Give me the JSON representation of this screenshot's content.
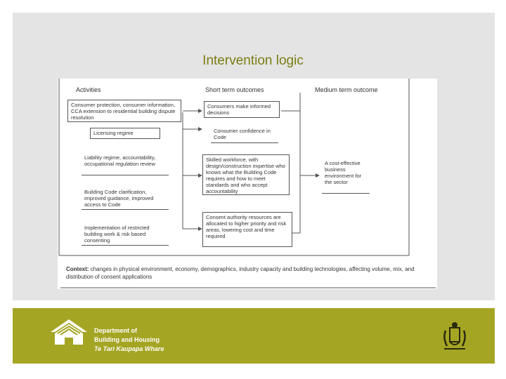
{
  "slide": {
    "title": "Intervention logic"
  },
  "diagram": {
    "headers": {
      "activities": "Activities",
      "short_term": "Short term outcomes",
      "medium_term": "Medium term outcome"
    },
    "activities": [
      "Consumer protection, consumer information, CCA extension to residential building dispute resolution",
      "Licensing regime",
      "Liability regime, accountability, occupational regulation review",
      "Building Code clarification, improved guidance, improved access to Code",
      "Implementation of restricted building work & risk based consenting"
    ],
    "short_term": [
      "Consumers make informed decisions",
      "Consumer confidence in Code",
      "Skilled workforce, with design/construction expertise who knows what the Building Code requires and how to meet standards and who accept accountability",
      "Consent authority resources are allocated to higher priority and risk areas, lowering cost and time required"
    ],
    "medium_term": [
      "A cost-effective business environment for the sector"
    ],
    "context_label": "Context:",
    "context_text": "changes in physical environment, economy, demographics, industry capacity and building technologies, affecting volume, mix, and distribution of consent applications"
  },
  "footer": {
    "org_line1": "Department of",
    "org_line2": "Building and Housing",
    "org_line3": "Te Tari Kaupapa Whare",
    "logo_icon": "house-logo-icon",
    "crest_icon": "nz-coat-of-arms-icon",
    "background_color": "#a5a524"
  }
}
